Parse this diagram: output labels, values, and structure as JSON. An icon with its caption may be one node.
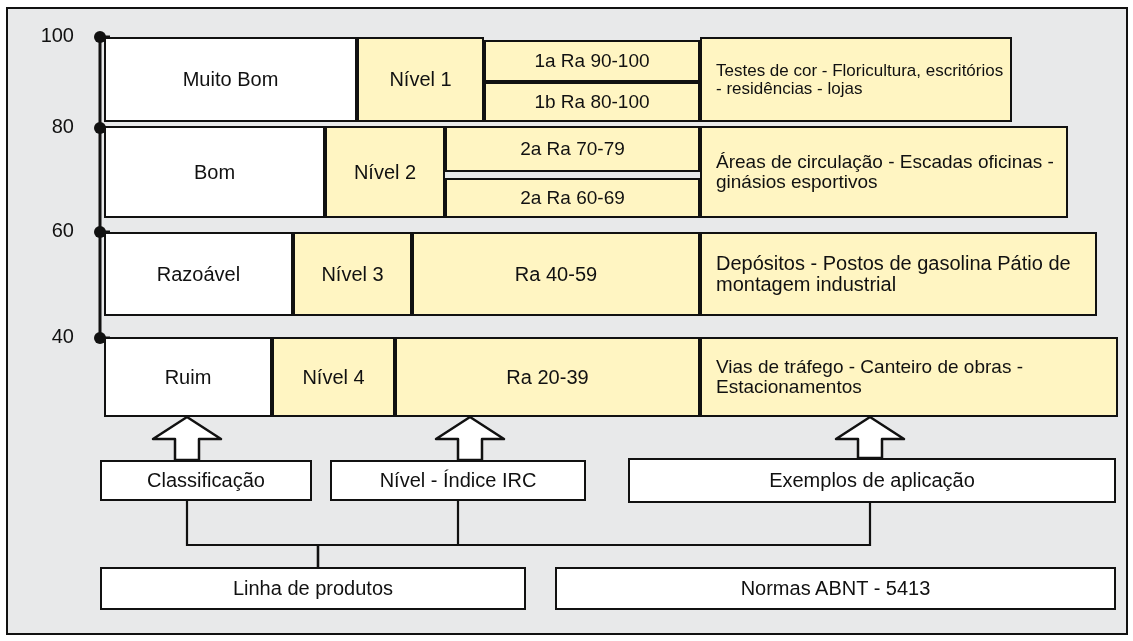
{
  "diagram": {
    "nodes": [
      {
        "text": [
          "Muito Bom"
        ]
      },
      {
        "text": [
          "Nível 1"
        ]
      },
      {
        "text": [
          "1a  Ra 90-100"
        ]
      },
      {
        "text": [
          "1b Ra 80-100"
        ]
      },
      {
        "text": [
          "Testes de cor - Floricultura, escritórios - residências - lojas"
        ]
      },
      {
        "text": [
          "Bom"
        ]
      },
      {
        "text": [
          "Nível 2"
        ]
      },
      {
        "text": [
          "2a Ra 70-79"
        ]
      },
      {
        "text": [
          "2a Ra 60-69"
        ]
      },
      {
        "text": [
          "Áreas de circulação - Escadas oficinas - ginásios esportivos"
        ]
      },
      {
        "text": [
          "Razoável"
        ]
      },
      {
        "text": [
          "Nível 3"
        ]
      },
      {
        "text": [
          "Ra 40-59"
        ]
      },
      {
        "text": [
          "Depósitos - Postos de gasolina Pátio de montagem industrial"
        ]
      },
      {
        "text": [
          "Ruim"
        ]
      },
      {
        "text": [
          "Nível 4"
        ]
      },
      {
        "text": [
          "Ra 20-39"
        ]
      },
      {
        "text": [
          "Vias de tráfego - Canteiro de obras - Estacionamentos"
        ]
      },
      {
        "text": [
          "Classificação"
        ]
      },
      {
        "text": [
          "Nível - Índice IRC"
        ]
      },
      {
        "text": [
          "Exemplos de aplicação"
        ]
      },
      {
        "text": [
          "Linha de produtos"
        ]
      },
      {
        "text": [
          "Normas ABNT - 5413"
        ]
      }
    ],
    "edges": [
      {
        "from": 18,
        "to": 14,
        "arrow": "to"
      },
      {
        "from": 19,
        "to": 16,
        "arrow": "to"
      },
      {
        "from": 20,
        "to": 17,
        "arrow": "to"
      },
      {
        "from": 21,
        "to": 18,
        "arrow": "none"
      },
      {
        "from": 21,
        "to": 19,
        "arrow": "none"
      },
      {
        "from": 21,
        "to": 20,
        "arrow": "none"
      }
    ],
    "labels": [
      "100",
      "80",
      "60",
      "40"
    ]
  }
}
